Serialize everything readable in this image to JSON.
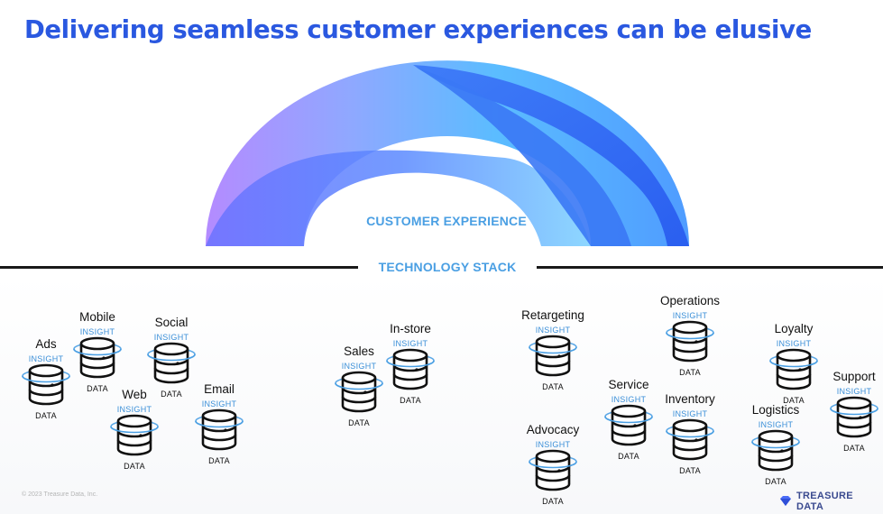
{
  "title": "Delivering seamless customer experiences can be elusive",
  "arc": {
    "label": "CUSTOMER EXPERIENCE"
  },
  "divider": {
    "label": "TECHNOLOGY STACK"
  },
  "common": {
    "insight": "INSIGHT",
    "data": "DATA"
  },
  "nodes": [
    {
      "id": "ads",
      "label": "Ads"
    },
    {
      "id": "mobile",
      "label": "Mobile"
    },
    {
      "id": "social",
      "label": "Social"
    },
    {
      "id": "web",
      "label": "Web"
    },
    {
      "id": "email",
      "label": "Email"
    },
    {
      "id": "sales",
      "label": "Sales"
    },
    {
      "id": "in-store",
      "label": "In-store"
    },
    {
      "id": "retargeting",
      "label": "Retargeting"
    },
    {
      "id": "advocacy",
      "label": "Advocacy"
    },
    {
      "id": "operations",
      "label": "Operations"
    },
    {
      "id": "service",
      "label": "Service"
    },
    {
      "id": "inventory",
      "label": "Inventory"
    },
    {
      "id": "loyalty",
      "label": "Loyalty"
    },
    {
      "id": "logistics",
      "label": "Logistics"
    },
    {
      "id": "support",
      "label": "Support"
    }
  ],
  "footer": {
    "copyright": "© 2023 Treasure Data, Inc.",
    "brand": "TREASURE DATA",
    "brand_icon": "treasure-data-diamond-icon"
  },
  "colors": {
    "title": "#2a58e0",
    "label_blue": "#4a9fe3",
    "arc_purple": "#b48bff",
    "arc_light_blue": "#5bbcff",
    "arc_deep_blue": "#2f67f4"
  }
}
